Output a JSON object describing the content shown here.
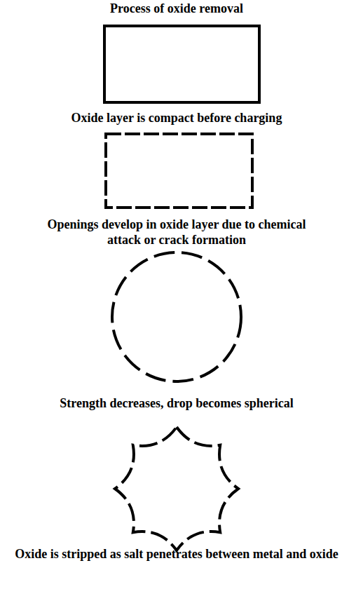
{
  "diagram": {
    "title": "Process of oxide removal",
    "labels": [
      "Oxide layer is compact before charging",
      "Openings develop in oxide layer due to chemical attack or crack formation",
      "Strength decreases, drop becomes spherical",
      "Oxide is stripped as salt penetrates between metal and oxide"
    ]
  }
}
